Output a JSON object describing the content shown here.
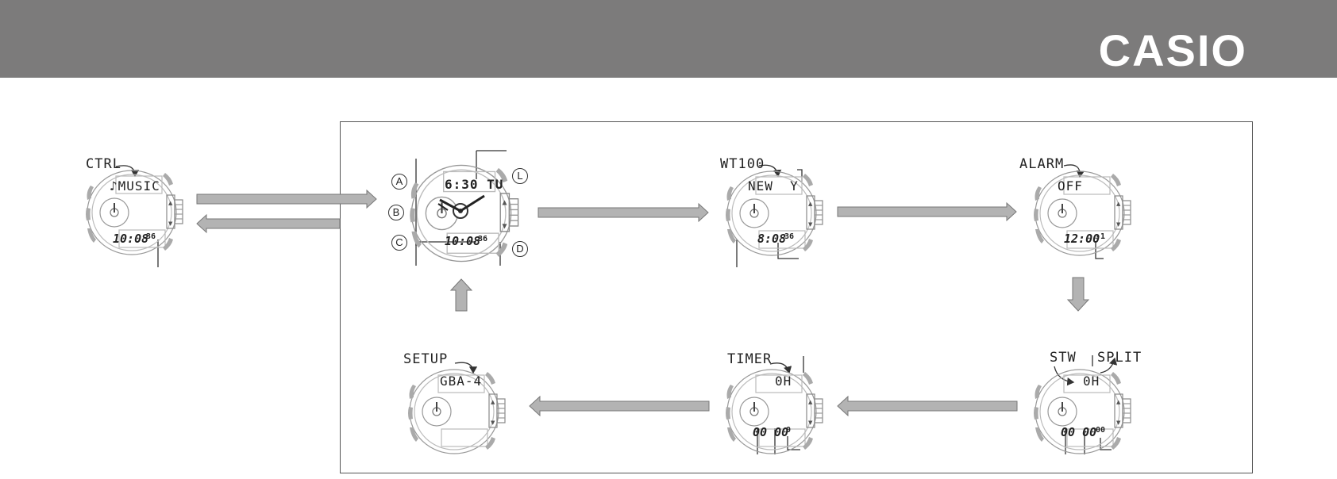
{
  "header": {
    "brand": "CASIO"
  },
  "buttons": {
    "a": "A",
    "b": "B",
    "c": "C",
    "d": "D",
    "l": "L"
  },
  "screens": {
    "control": {
      "title": "CTRL",
      "upper": "♪MUSIC",
      "lower": "10:08",
      "lower_sec": "36"
    },
    "timekeeping": {
      "upper": "6:30 TU",
      "lower": "10:08",
      "lower_sec": "36"
    },
    "world_time": {
      "title": "WT100",
      "upper": "NEW  Y",
      "lower": "8:08",
      "lower_sec": "36"
    },
    "alarm": {
      "title": "ALARM",
      "upper": "OFF",
      "lower": "12:00",
      "lower_sec": "-1"
    },
    "stopwatch": {
      "title": "STW",
      "title2": "SPLIT",
      "upper": "0H",
      "lower": "00 00",
      "lower_sec": "00"
    },
    "timer": {
      "title": "TIMER",
      "upper": "0H",
      "lower": "00 00",
      "lower_sec": "0"
    },
    "setup": {
      "title": "SETUP",
      "upper": "GBA-4"
    }
  }
}
